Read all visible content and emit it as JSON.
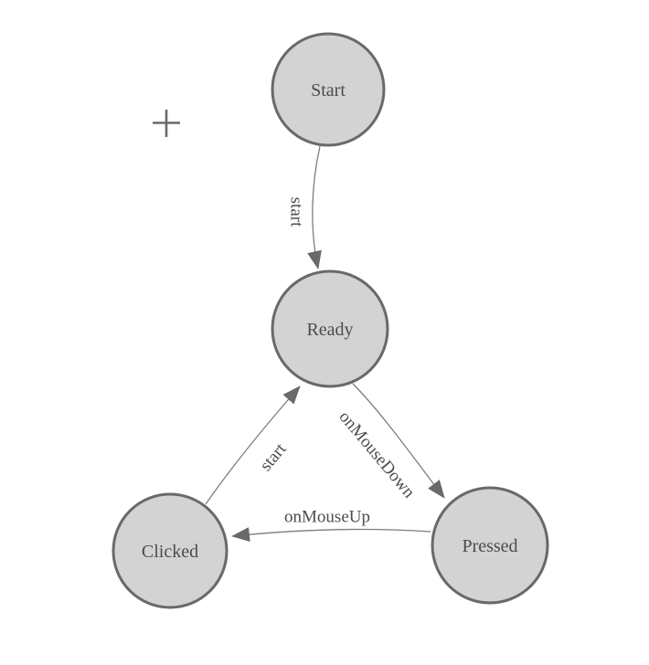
{
  "diagram": {
    "type": "state-machine",
    "background_color": "#ffffff",
    "nodes": [
      {
        "id": "start",
        "label": "Start"
      },
      {
        "id": "ready",
        "label": "Ready"
      },
      {
        "id": "clicked",
        "label": "Clicked"
      },
      {
        "id": "pressed",
        "label": "Pressed"
      }
    ],
    "edges": [
      {
        "from": "start",
        "to": "ready",
        "label": "start"
      },
      {
        "from": "ready",
        "to": "pressed",
        "label": "onMouseDown"
      },
      {
        "from": "pressed",
        "to": "clicked",
        "label": "onMouseUp"
      },
      {
        "from": "clicked",
        "to": "ready",
        "label": "start"
      }
    ],
    "colors": {
      "node_fill": "#d3d3d3",
      "node_border": "#696969",
      "edge_line": "#7d7d7d",
      "arrowhead": "#696969",
      "label_text": "#4c4c4c",
      "crosshair": "#6a6a6a"
    },
    "icons": {
      "crosshair": "+"
    }
  }
}
